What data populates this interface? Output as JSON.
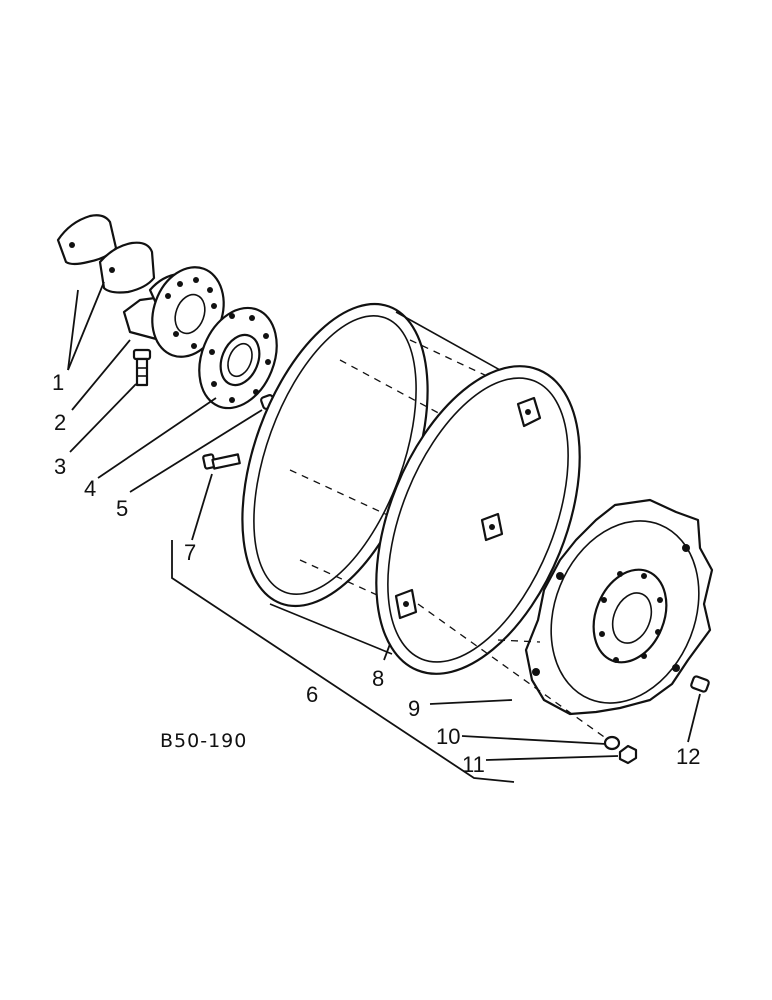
{
  "reference_code": "B50-190",
  "callouts": [
    {
      "id": "c1",
      "text": "1"
    },
    {
      "id": "c2",
      "text": "2"
    },
    {
      "id": "c3",
      "text": "3"
    },
    {
      "id": "c4",
      "text": "4"
    },
    {
      "id": "c5",
      "text": "5"
    },
    {
      "id": "c6",
      "text": "6"
    },
    {
      "id": "c7",
      "text": "7"
    },
    {
      "id": "c8",
      "text": "8"
    },
    {
      "id": "c9",
      "text": "9"
    },
    {
      "id": "c10",
      "text": "10"
    },
    {
      "id": "c11",
      "text": "11"
    },
    {
      "id": "c12",
      "text": "12"
    }
  ]
}
